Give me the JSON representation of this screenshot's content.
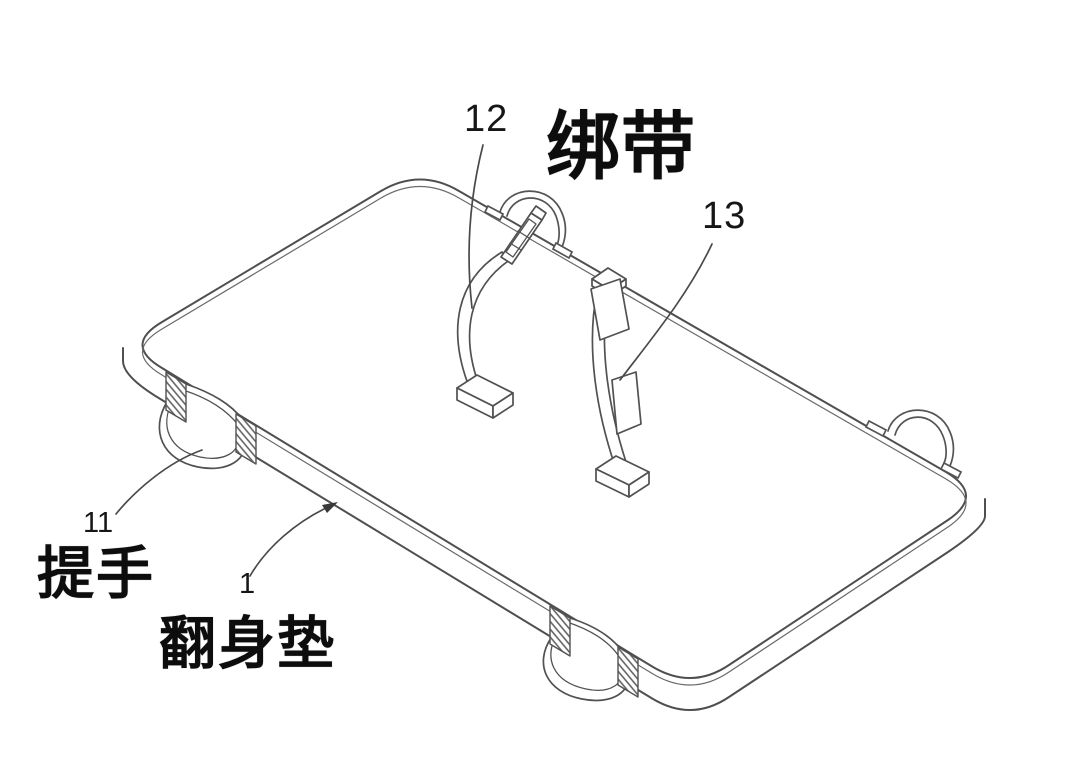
{
  "figure": {
    "type": "patent-line-drawing",
    "background": "#ffffff",
    "line_color": "#4f4f4f",
    "label_color": "#161616",
    "ref_labels": {
      "strap_loop": "12",
      "strap_velcro": "13",
      "side_handle": "11",
      "pad_body": "1"
    },
    "part_annotations": {
      "strap": "绑带",
      "handle": "提手",
      "turn_pad": "翻身垫"
    }
  }
}
